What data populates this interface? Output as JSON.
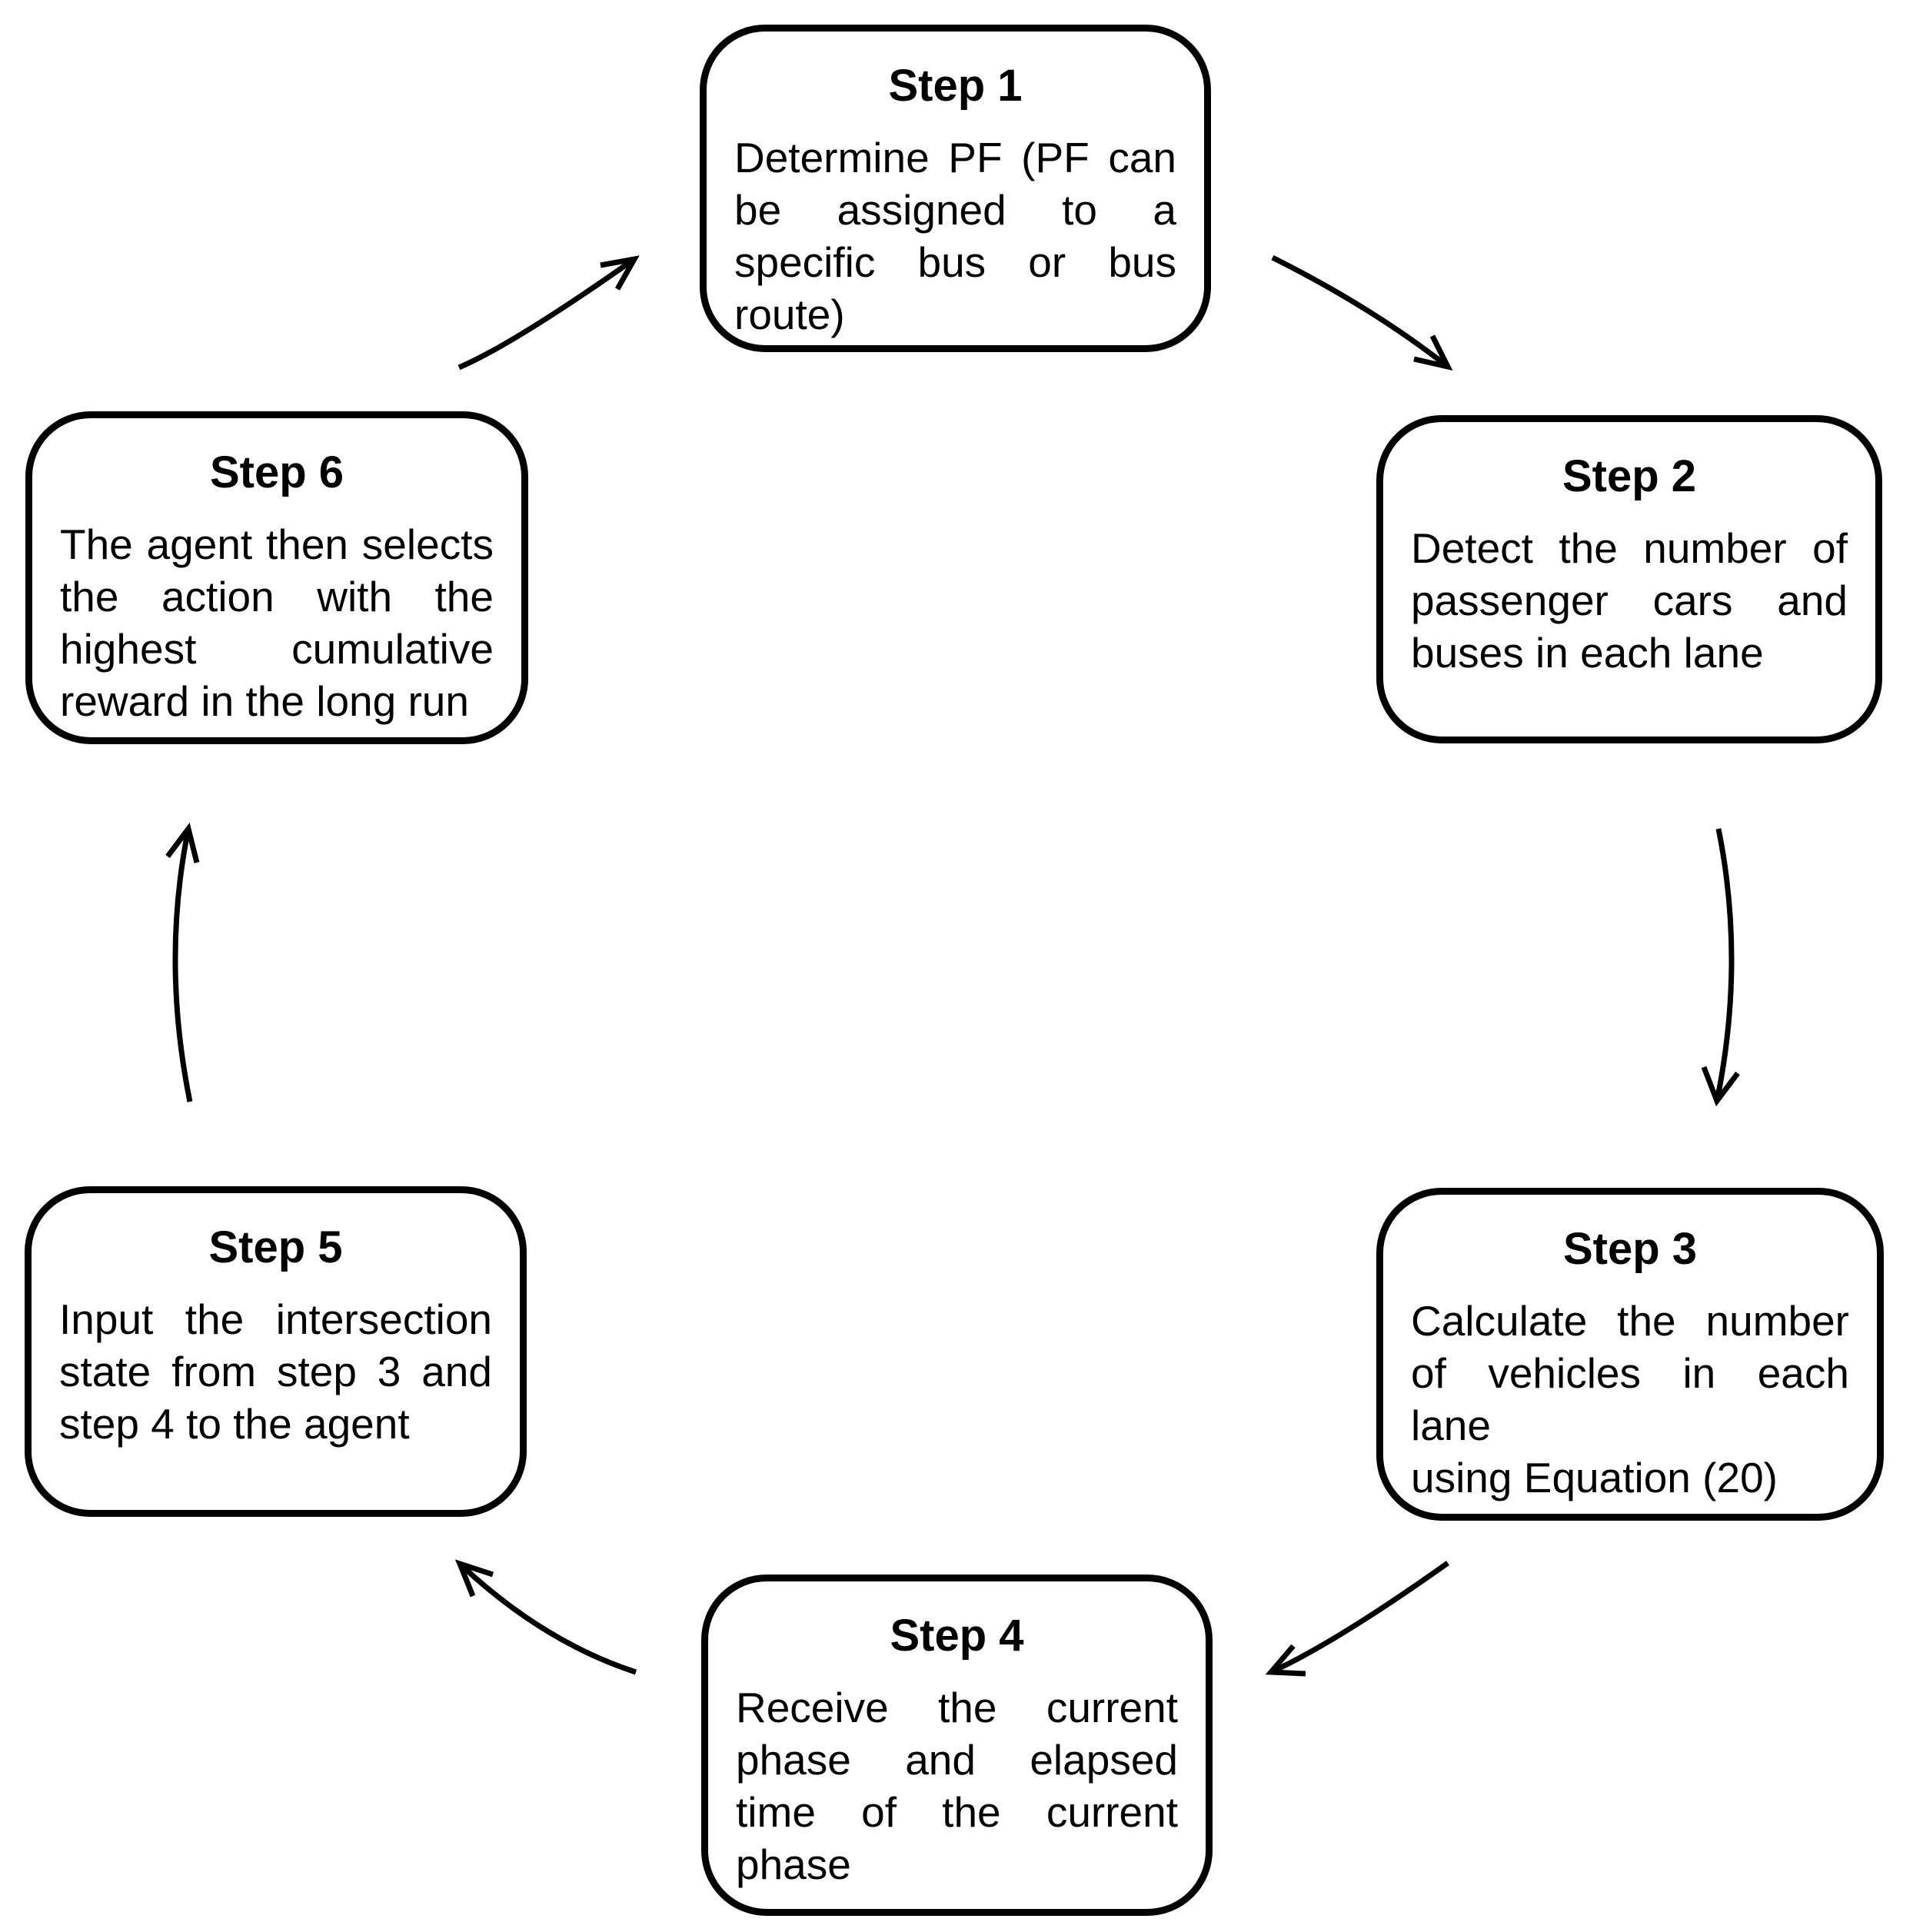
{
  "diagram": {
    "background_color": "#ffffff",
    "line_color": "#000000",
    "text_color": "#000000",
    "steps": [
      {
        "title": "Step 1",
        "lines": [
          "Determine PF (PF can",
          "be assigned to a",
          "specific bus or bus",
          "route)"
        ]
      },
      {
        "title": "Step 2",
        "lines": [
          "Detect the number of",
          "passenger cars and",
          "buses in each lane"
        ]
      },
      {
        "title": "Step 3",
        "lines": [
          "Calculate the number",
          "of vehicles in each lane",
          "using Equation (20)"
        ]
      },
      {
        "title": "Step 4",
        "lines": [
          "Receive the current",
          "phase and elapsed",
          "time of the current",
          "phase"
        ]
      },
      {
        "title": "Step 5",
        "lines": [
          "Input the intersection",
          "state from step 3 and",
          "step 4 to the agent"
        ]
      },
      {
        "title": "Step 6",
        "lines": [
          "The agent then selects",
          "the action with the",
          "highest cumulative",
          "reward in the long run"
        ]
      }
    ],
    "arrows": [
      {
        "from": "Step 1",
        "to": "Step 2"
      },
      {
        "from": "Step 2",
        "to": "Step 3"
      },
      {
        "from": "Step 3",
        "to": "Step 4"
      },
      {
        "from": "Step 4",
        "to": "Step 5"
      },
      {
        "from": "Step 5",
        "to": "Step 6"
      },
      {
        "from": "Step 6",
        "to": "Step 1"
      }
    ]
  }
}
